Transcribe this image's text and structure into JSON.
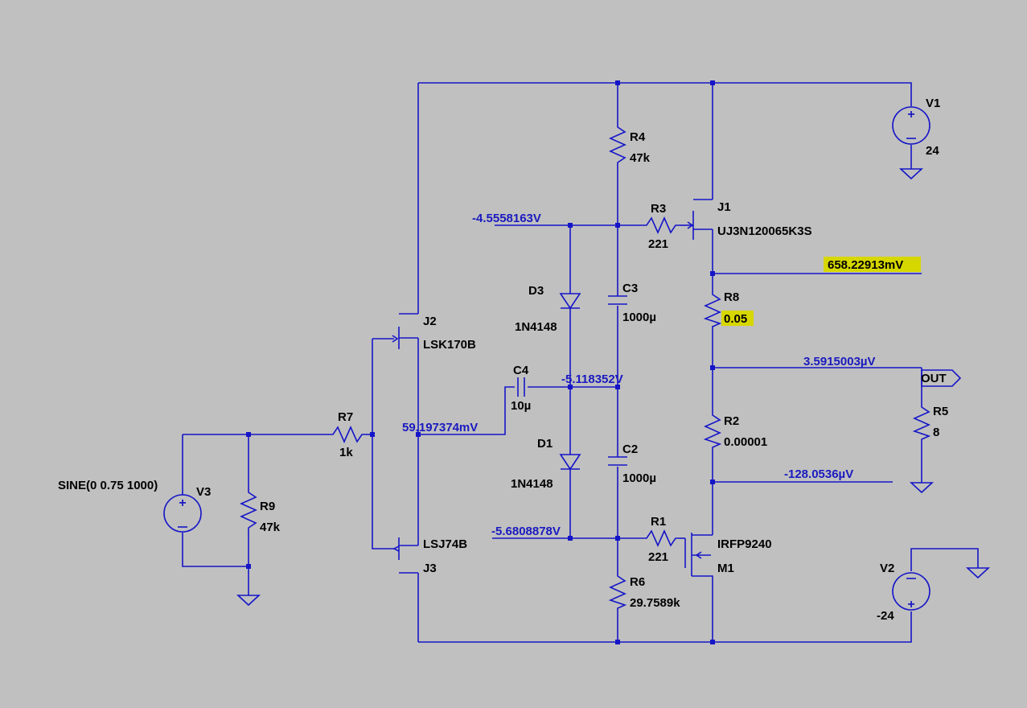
{
  "components": {
    "V1": {
      "name": "V1",
      "value": "24"
    },
    "V2": {
      "name": "V2",
      "value": "-24"
    },
    "V3": {
      "name": "V3",
      "value": "SINE(0 0.75 1000)"
    },
    "R1": {
      "name": "R1",
      "value": "221"
    },
    "R2": {
      "name": "R2",
      "value": "0.00001"
    },
    "R3": {
      "name": "R3",
      "value": "221"
    },
    "R4": {
      "name": "R4",
      "value": "47k"
    },
    "R5": {
      "name": "R5",
      "value": "8"
    },
    "R6": {
      "name": "R6",
      "value": "29.7589k"
    },
    "R7": {
      "name": "R7",
      "value": "1k"
    },
    "R8": {
      "name": "R8",
      "value": "0.05"
    },
    "R9": {
      "name": "R9",
      "value": "47k"
    },
    "C2": {
      "name": "C2",
      "value": "1000µ"
    },
    "C3": {
      "name": "C3",
      "value": "1000µ"
    },
    "C4": {
      "name": "C4",
      "value": "10µ"
    },
    "D1": {
      "name": "D1",
      "value": "1N4148"
    },
    "D3": {
      "name": "D3",
      "value": "1N4148"
    },
    "J1": {
      "name": "J1",
      "value": "UJ3N120065K3S"
    },
    "J2": {
      "name": "J2",
      "value": "LSK170B"
    },
    "J3": {
      "name": "J3",
      "value": "LSJ74B"
    },
    "M1": {
      "name": "M1",
      "value": "IRFP9240"
    }
  },
  "node_voltages": {
    "gate_upper": "-4.5558163V",
    "mid_bias": "-5.118352V",
    "gate_lower": "-5.6808878V",
    "input_node": "59.197374mV",
    "j1_source": "658.22913mV",
    "out_node": "3.5915003µV",
    "m1_source": "-128.0536µV"
  },
  "net_labels": {
    "out": "OUT"
  },
  "colors": {
    "background": "#c0c0c0",
    "wire": "#1515c8",
    "highlight": "#d7d700"
  }
}
